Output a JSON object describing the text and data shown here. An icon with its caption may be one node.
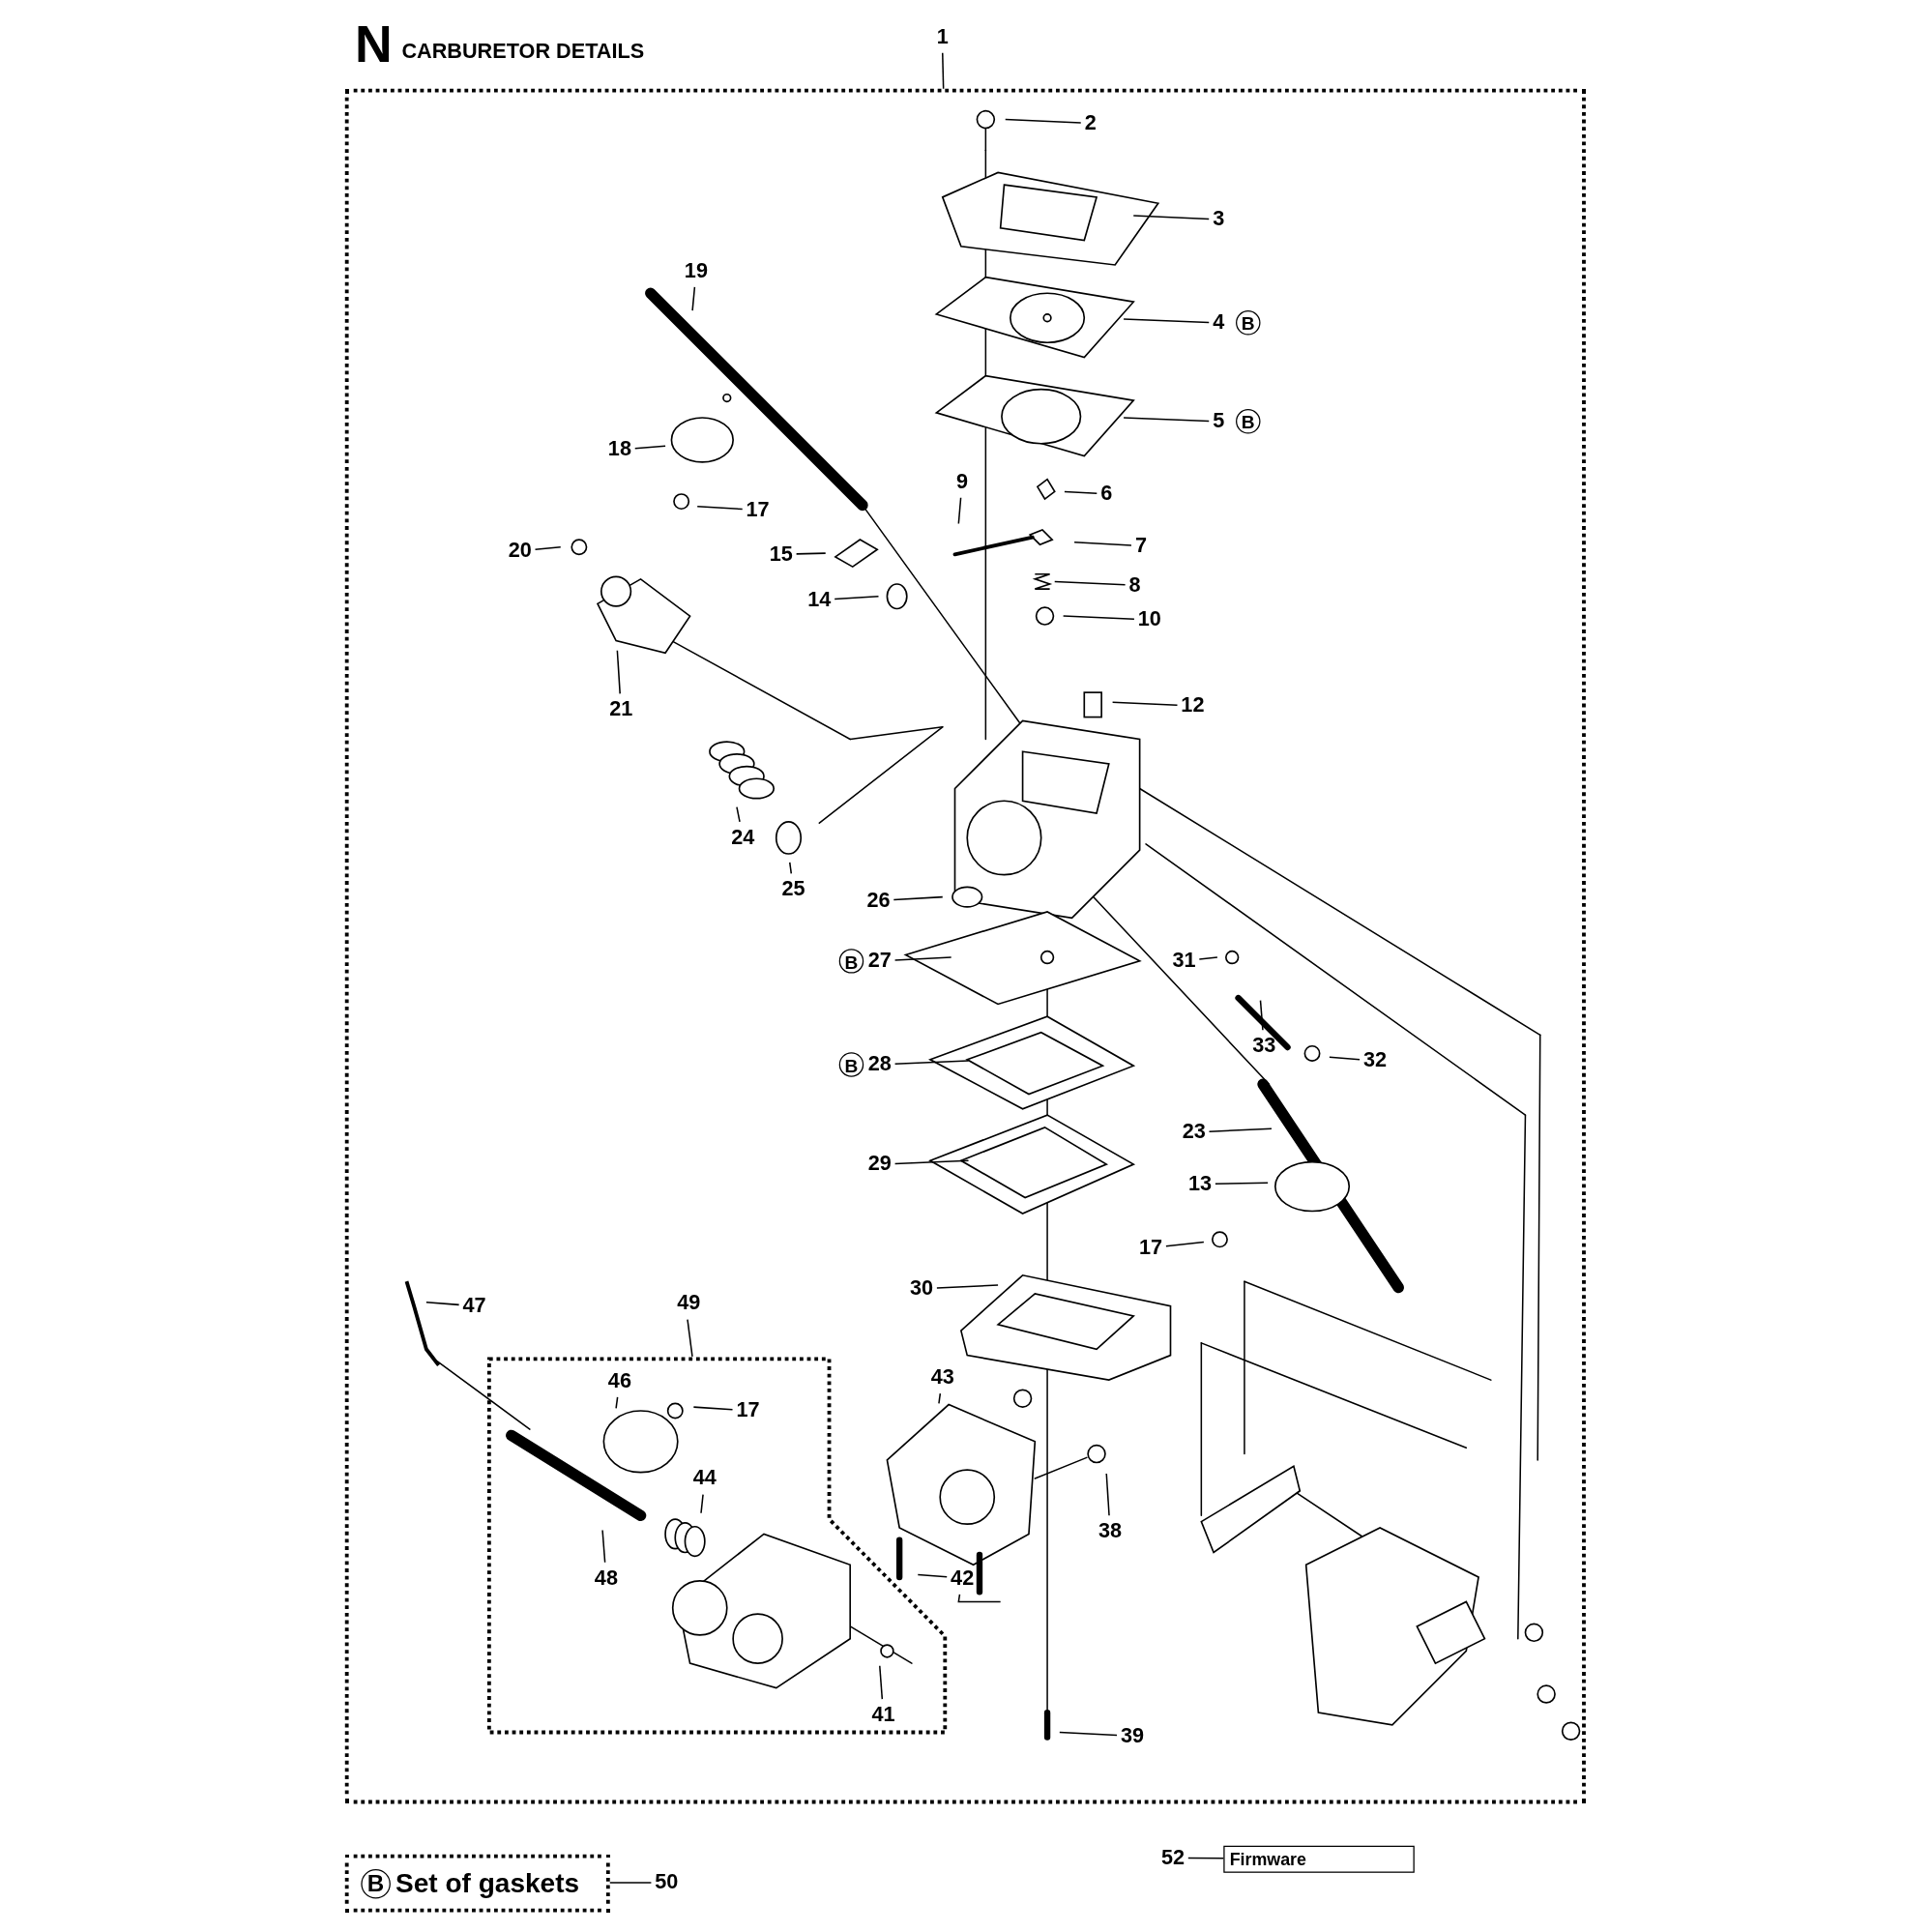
{
  "diagram": {
    "title": "CARBURETOR DETAILS",
    "nodes": [
      {
        "text": [
          "1"
        ]
      },
      {
        "text": [],
        "shape": "box"
      },
      {
        "text": [
          "2"
        ],
        "in": 1
      },
      {
        "text": [
          "3"
        ],
        "in": 1
      },
      {
        "text": [
          "19"
        ],
        "in": 1
      },
      {
        "text": [
          "4"
        ],
        "beside": [
          "B"
        ],
        "in": 1
      },
      {
        "text": [
          "5"
        ],
        "beside": [
          "B"
        ],
        "in": 1
      },
      {
        "text": [
          "18"
        ],
        "in": 1
      },
      {
        "text": [
          "9"
        ],
        "in": 1
      },
      {
        "text": [
          "6"
        ],
        "in": 1
      },
      {
        "text": [
          "17"
        ],
        "in": 1
      },
      {
        "text": [
          "7"
        ],
        "in": 1
      },
      {
        "text": [
          "20"
        ],
        "in": 1
      },
      {
        "text": [
          "15"
        ],
        "in": 1
      },
      {
        "text": [
          "8"
        ],
        "in": 1
      },
      {
        "text": [
          "14"
        ],
        "in": 1
      },
      {
        "text": [
          "10"
        ],
        "in": 1
      },
      {
        "text": [
          "12"
        ],
        "in": 1
      },
      {
        "text": [
          "21"
        ],
        "in": 1
      },
      {
        "text": [
          "24"
        ],
        "in": 1
      },
      {
        "text": [
          "25"
        ],
        "in": 1
      },
      {
        "text": [
          "26"
        ],
        "in": 1
      },
      {
        "text": [
          "27"
        ],
        "beside": [
          "B"
        ],
        "in": 1
      },
      {
        "text": [
          "31"
        ],
        "in": 1
      },
      {
        "text": [
          "33"
        ],
        "in": 1
      },
      {
        "text": [
          "28"
        ],
        "beside": [
          "B"
        ],
        "in": 1
      },
      {
        "text": [
          "32"
        ],
        "in": 1
      },
      {
        "text": [
          "23"
        ],
        "in": 1
      },
      {
        "text": [
          "29"
        ],
        "in": 1
      },
      {
        "text": [
          "13"
        ],
        "in": 1
      },
      {
        "text": [
          "17"
        ],
        "in": 1
      },
      {
        "text": [
          "30"
        ],
        "in": 1
      },
      {
        "text": [
          "49"
        ],
        "in": 1
      },
      {
        "text": [
          "47"
        ],
        "in": 1
      },
      {
        "text": [],
        "shape": "box",
        "in": 1
      },
      {
        "text": [
          "46"
        ],
        "in": 34
      },
      {
        "text": [
          "17"
        ],
        "in": 34
      },
      {
        "text": [
          "43"
        ],
        "in": 1
      },
      {
        "text": [
          "44"
        ],
        "in": 34
      },
      {
        "text": [
          "38"
        ],
        "in": 1
      },
      {
        "text": [
          "42"
        ],
        "in": 1
      },
      {
        "text": [
          "48"
        ],
        "in": 34
      },
      {
        "text": [
          "41"
        ],
        "in": 34
      },
      {
        "text": [
          "39"
        ],
        "in": 1
      },
      {
        "text": [
          "52"
        ]
      },
      {
        "text": [
          "Firmware"
        ]
      },
      {
        "text": [
          "B",
          "Set of gaskets"
        ]
      },
      {
        "text": [
          "50"
        ]
      }
    ],
    "edges": [
      {
        "from": 0,
        "to": 1,
        "arrow": "none"
      },
      {
        "from": 2,
        "to": null,
        "arrow": "none"
      },
      {
        "from": 3,
        "to": null,
        "arrow": "none"
      },
      {
        "from": 4,
        "to": null,
        "arrow": "none"
      },
      {
        "from": 5,
        "to": null,
        "arrow": "none"
      },
      {
        "from": 6,
        "to": null,
        "arrow": "none"
      },
      {
        "from": 7,
        "to": null,
        "arrow": "none"
      },
      {
        "from": 8,
        "to": null,
        "arrow": "none"
      },
      {
        "from": 9,
        "to": null,
        "arrow": "none"
      },
      {
        "from": 10,
        "to": null,
        "arrow": "none"
      },
      {
        "from": 11,
        "to": null,
        "arrow": "none"
      },
      {
        "from": 12,
        "to": null,
        "arrow": "none"
      },
      {
        "from": 13,
        "to": null,
        "arrow": "none"
      },
      {
        "from": 14,
        "to": null,
        "arrow": "none"
      },
      {
        "from": 15,
        "to": null,
        "arrow": "none"
      },
      {
        "from": 16,
        "to": null,
        "arrow": "none"
      },
      {
        "from": 17,
        "to": null,
        "arrow": "none"
      },
      {
        "from": 18,
        "to": null,
        "arrow": "none"
      },
      {
        "from": 19,
        "to": null,
        "arrow": "none"
      },
      {
        "from": 20,
        "to": null,
        "arrow": "none"
      },
      {
        "from": 21,
        "to": null,
        "arrow": "none"
      },
      {
        "from": 22,
        "to": null,
        "arrow": "none"
      },
      {
        "from": 23,
        "to": null,
        "arrow": "none"
      },
      {
        "from": 24,
        "to": null,
        "arrow": "none"
      },
      {
        "from": 25,
        "to": null,
        "arrow": "none"
      },
      {
        "from": 26,
        "to": null,
        "arrow": "none"
      },
      {
        "from": 27,
        "to": null,
        "arrow": "none"
      },
      {
        "from": 28,
        "to": null,
        "arrow": "none"
      },
      {
        "from": 29,
        "to": null,
        "arrow": "none"
      },
      {
        "from": 30,
        "to": null,
        "arrow": "none"
      },
      {
        "from": 31,
        "to": null,
        "arrow": "none"
      },
      {
        "from": 32,
        "to": 34,
        "arrow": "none"
      },
      {
        "from": 33,
        "to": null,
        "arrow": "none"
      },
      {
        "from": 35,
        "to": null,
        "arrow": "none"
      },
      {
        "from": 36,
        "to": null,
        "arrow": "none"
      },
      {
        "from": 37,
        "to": null,
        "arrow": "none"
      },
      {
        "from": 38,
        "to": null,
        "arrow": "none"
      },
      {
        "from": 39,
        "to": null,
        "arrow": "none"
      },
      {
        "from": 40,
        "to": null,
        "arrow": "none"
      },
      {
        "from": 40,
        "to": null,
        "arrow": "none"
      },
      {
        "from": 41,
        "to": null,
        "arrow": "none"
      },
      {
        "from": 42,
        "to": null,
        "arrow": "none"
      },
      {
        "from": 43,
        "to": null,
        "arrow": "none"
      },
      {
        "from": 44,
        "to": 45,
        "arrow": "none"
      },
      {
        "from": 47,
        "to": 46,
        "arrow": "none"
      }
    ],
    "labels": [
      "N"
    ]
  }
}
